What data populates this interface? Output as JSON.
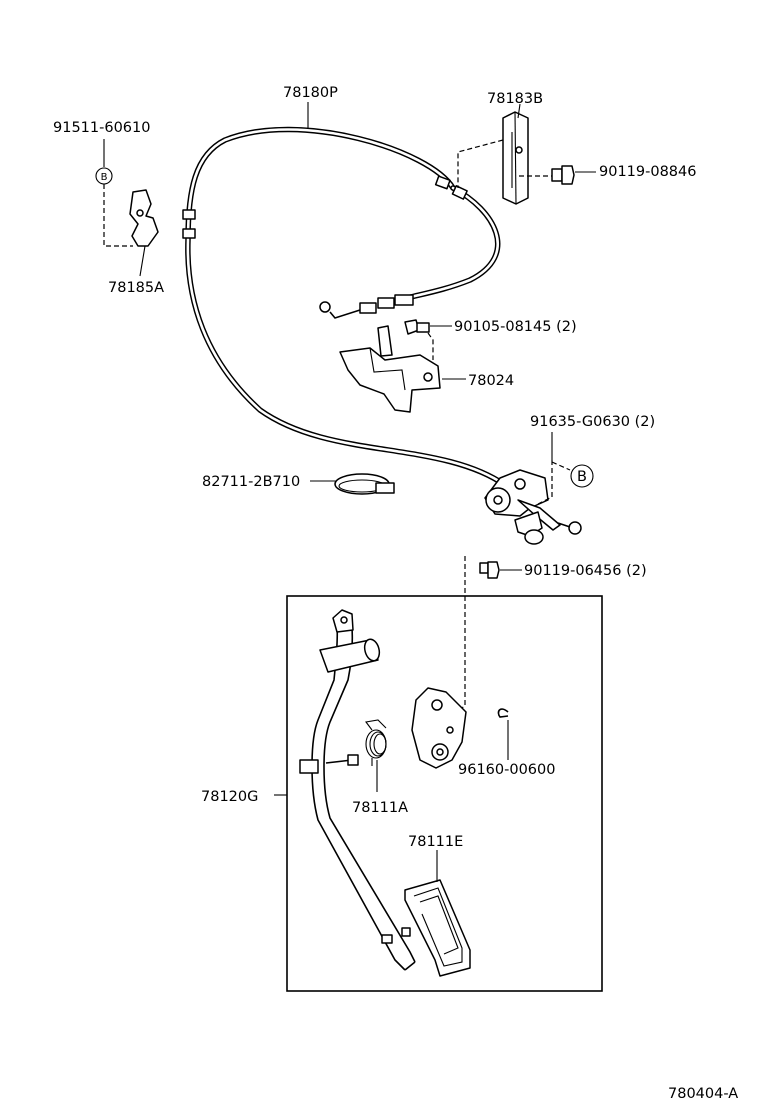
{
  "labels": {
    "cable": "78180P",
    "bracket": "78183B",
    "bolt_top": "90119-08846",
    "clip_part": "91511-60610",
    "clip": "78185A",
    "nut_pair": "90105-08145 (2)",
    "support": "78024",
    "bolt_b_pair": "91635-G0630 (2)",
    "clamp": "82711-2B710",
    "bolt_pair": "90119-06456 (2)",
    "pedal_assy": "78120G",
    "spring": "78111A",
    "ring": "96160-00600",
    "pedal_pad": "78111E",
    "diagram_code": "780404-A"
  },
  "markers": {
    "b_left": "B",
    "b_right": "B"
  }
}
